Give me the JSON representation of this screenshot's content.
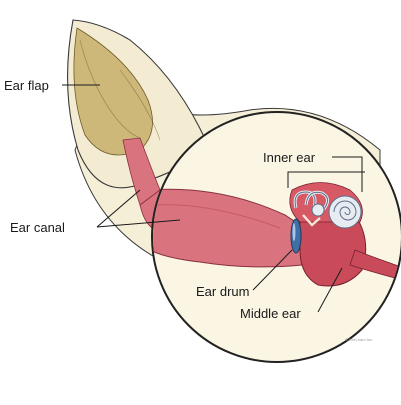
{
  "labels": {
    "ear_flap": "Ear flap",
    "ear_canal": "Ear canal",
    "inner_ear": "Inner ear",
    "ear_drum": "Ear drum",
    "middle_ear": "Middle ear"
  },
  "credit": "© LifeLearn Inc.",
  "colors": {
    "skin": "#f6efd8",
    "flap_inner": "#cdb87a",
    "canal": "#d9747e",
    "canal_dark": "#b84a56",
    "middle_ear": "#c94a58",
    "cochlea": "#e6ecf2",
    "ear_drum": "#3f6fa6",
    "outline": "#2a2a2a"
  }
}
